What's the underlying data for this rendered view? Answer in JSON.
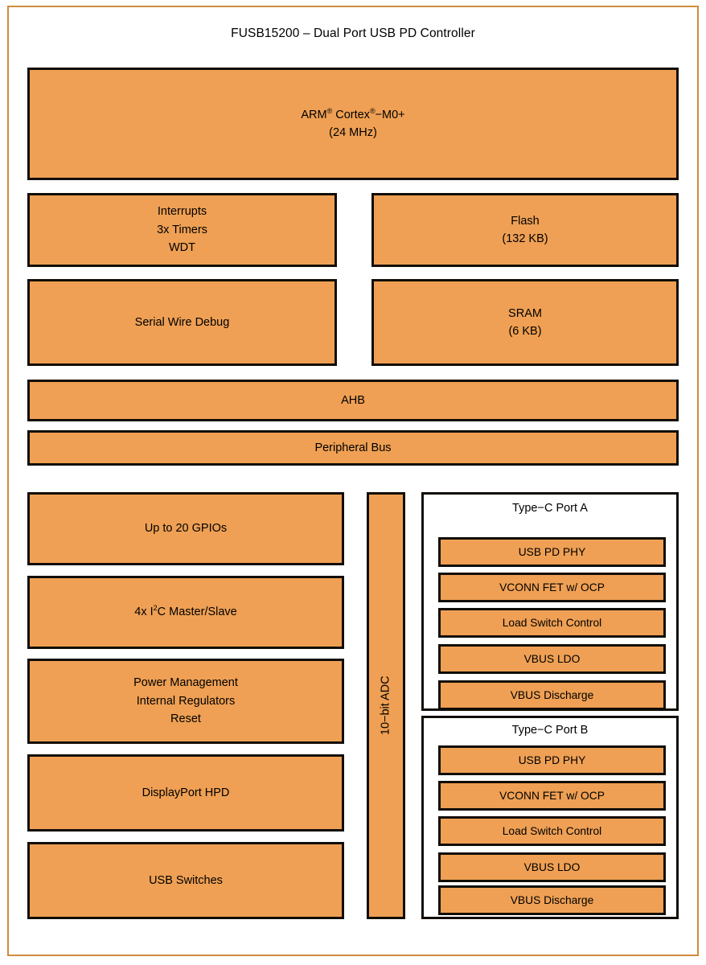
{
  "diagram": {
    "title": "FUSB15200 – Dual Port USB PD Controller",
    "type": "block-diagram",
    "colors": {
      "block_fill": "#efa054",
      "block_border": "#120d06",
      "outer_frame": "#d08c3e",
      "background": "#ffffff",
      "text": "#000000"
    }
  },
  "core": {
    "line1_prefix": "ARM",
    "line1_mid": " Cortex",
    "line1_suffix": "−M0+",
    "registered_mark": "®",
    "clock": "(24 MHz)"
  },
  "system_blocks": {
    "interrupts": {
      "line1": "Interrupts",
      "line2": "3x Timers",
      "line3": "WDT"
    },
    "flash": {
      "line1": "Flash",
      "line2": "(132 KB)"
    },
    "swd": {
      "line1": "Serial Wire Debug"
    },
    "sram": {
      "line1": "SRAM",
      "line2": "(6 KB)"
    },
    "ahb": {
      "label": "AHB"
    },
    "peripheral_bus": {
      "label": "Peripheral Bus"
    }
  },
  "peripherals": {
    "gpio": {
      "label": "Up to 20 GPIOs"
    },
    "i2c": {
      "prefix": "4x I",
      "superscript": "2",
      "suffix": "C Master/Slave"
    },
    "power": {
      "line1": "Power Management",
      "line2": "Internal Regulators",
      "line3": "Reset"
    },
    "displayport": {
      "label": "DisplayPort HPD"
    },
    "usb_switches": {
      "label": "USB Switches"
    },
    "adc": {
      "label": "10−bit ADC",
      "orientation": "vertical"
    }
  },
  "ports": [
    {
      "title": "Type−C Port A",
      "blocks": [
        "USB PD PHY",
        "VCONN FET w/ OCP",
        "Load Switch Control",
        "VBUS LDO",
        "VBUS Discharge"
      ]
    },
    {
      "title": "Type−C Port B",
      "blocks": [
        "USB PD PHY",
        "VCONN FET w/ OCP",
        "Load Switch Control",
        "VBUS LDO",
        "VBUS Discharge"
      ]
    }
  ]
}
